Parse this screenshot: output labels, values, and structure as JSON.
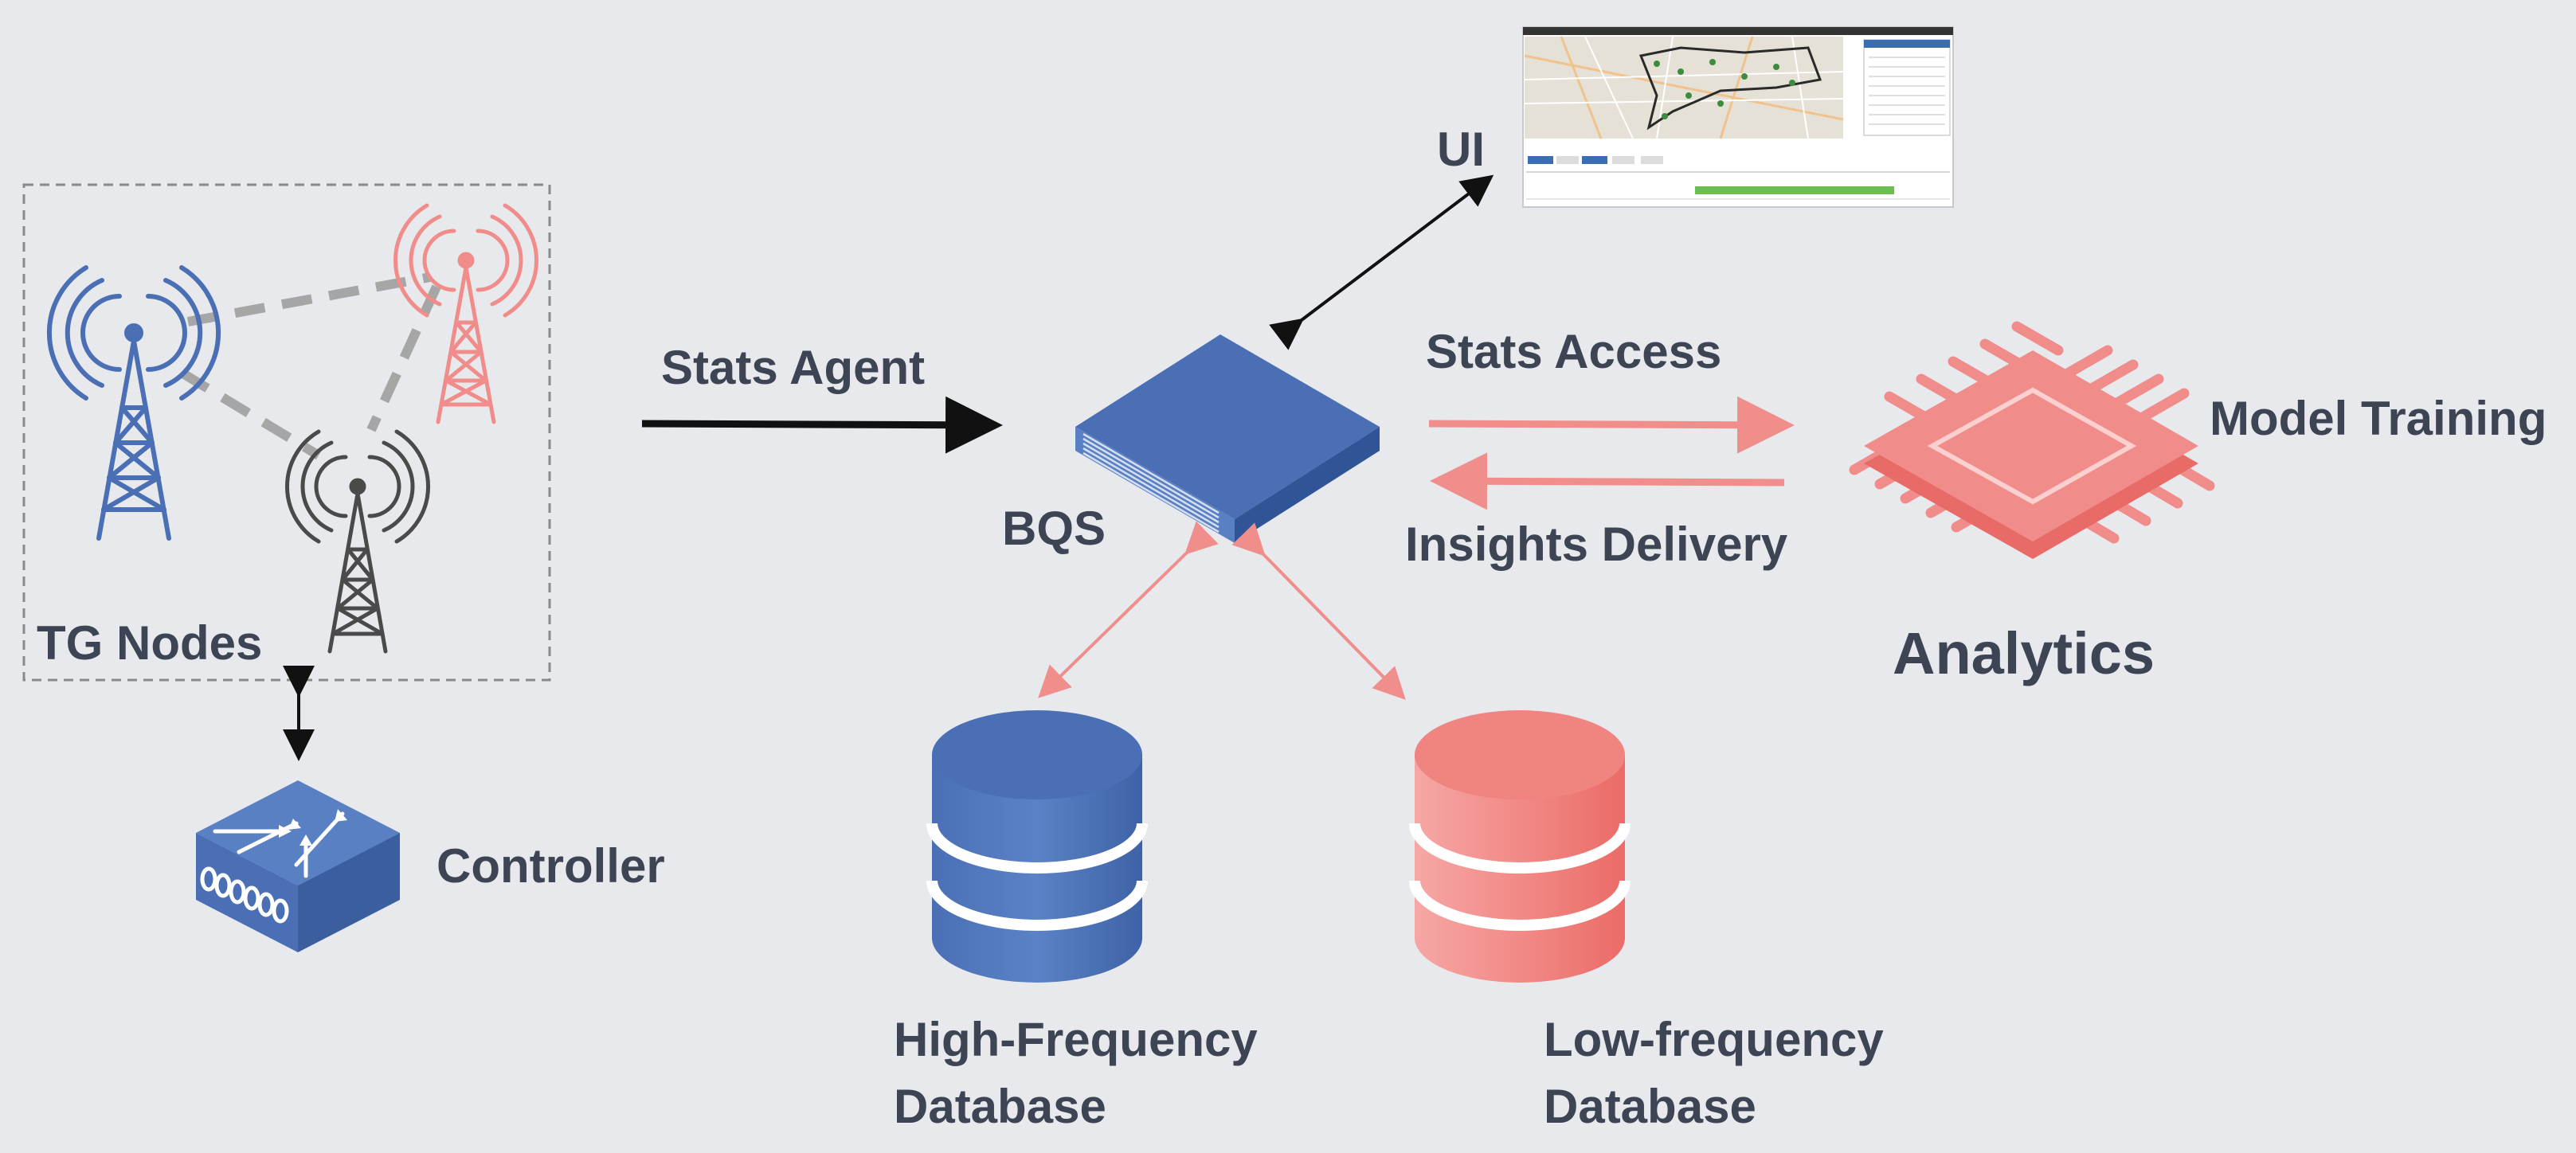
{
  "diagram": {
    "labels": {
      "tg_nodes": "TG Nodes",
      "controller": "Controller",
      "stats_agent": "Stats Agent",
      "bqs": "BQS",
      "ui": "UI",
      "stats_access": "Stats Access",
      "insights_delivery": "Insights Delivery",
      "model_training": "Model Training",
      "analytics": "Analytics",
      "high_frequency_db": "High-Frequency Database",
      "low_frequency_db": "Low-frequency Database"
    },
    "colors": {
      "background": "#e8e9ed",
      "blue": "#4a6fb5",
      "red": "#f08d8b",
      "dark": "#4a4a4a",
      "text": "#3d4555",
      "link": "#a6a6a6"
    }
  }
}
